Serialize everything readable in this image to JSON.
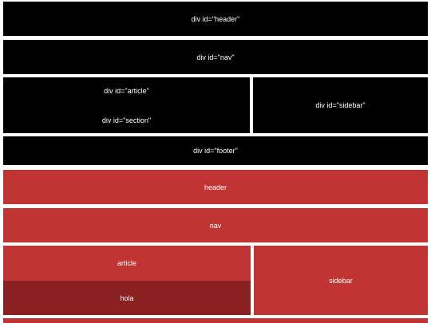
{
  "div_layout": {
    "header_label": "div id=\"header\"",
    "nav_label": "div id=\"nav\"",
    "article_label": "div id=\"article\"",
    "section_label": "div id=\"section\"",
    "sidebar_label": "div id=\"sidebar\"",
    "footer_label": "div id=\"footer\""
  },
  "semantic_layout": {
    "header_label": "header",
    "nav_label": "nav",
    "article_label": "article",
    "section_label": "hola",
    "sidebar_label": "sidebar"
  },
  "colors": {
    "div_blocks": "#000000",
    "semantic_blocks": "#c03434",
    "semantic_nested": "#8a2020",
    "text": "#ffffff",
    "background": "#ffffff"
  }
}
